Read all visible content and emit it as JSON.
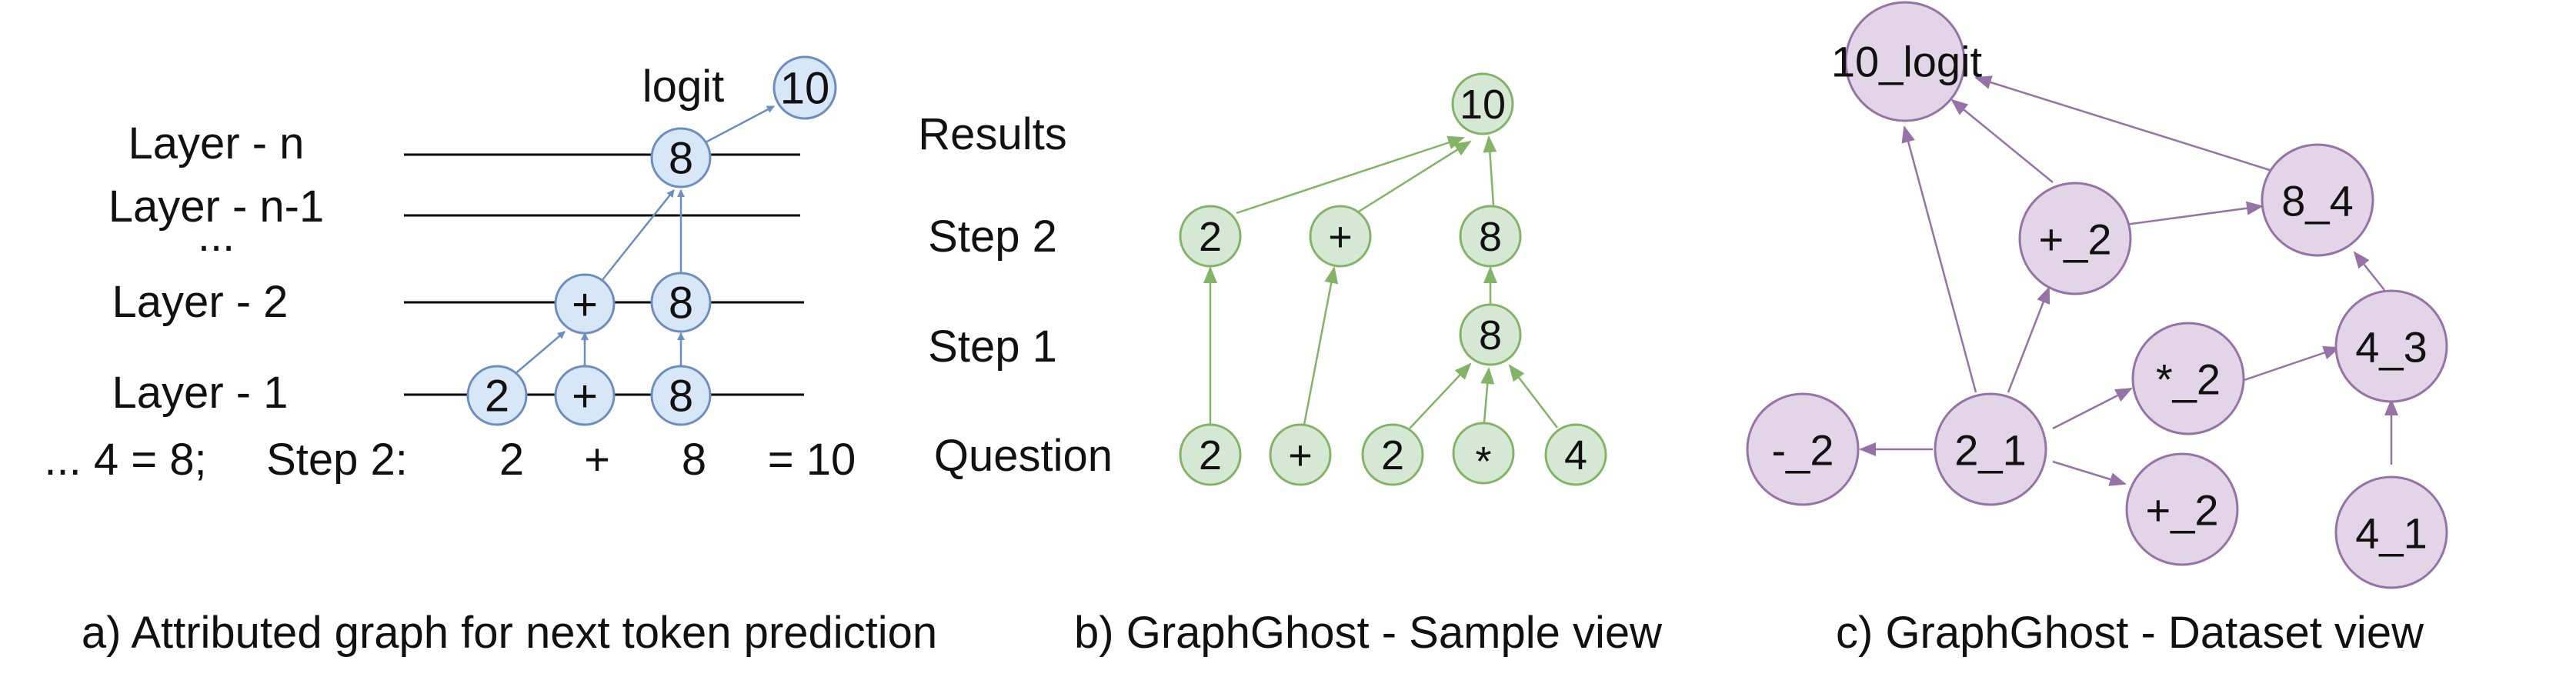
{
  "colors": {
    "blue_fill": "#d7e7f7",
    "blue_stroke": "#6c8ebf",
    "green_fill": "#d5e8d4",
    "green_stroke": "#82b366",
    "purple_fill": "#e1d5e7",
    "purple_stroke": "#9673a6",
    "line": "#000000"
  },
  "panel_a": {
    "caption": "a) Attributed graph for next token prediction",
    "logit_label": "logit",
    "layers": [
      "Layer - n",
      "Layer - n-1",
      "...",
      "Layer - 2",
      "Layer - 1"
    ],
    "sequence": [
      "... 4 = 8;",
      "Step 2:",
      "2",
      "+",
      "8",
      "= 10"
    ],
    "nodes": {
      "n8_top": "8",
      "n10": "10",
      "n_plus_l2": "+",
      "n8_l2": "8",
      "n2_l1": "2",
      "n_plus_l1": "+",
      "n8_l1": "8"
    }
  },
  "panel_b": {
    "caption": "b) GraphGhost - Sample view",
    "rows": [
      "Results",
      "Step 2",
      "Step 1",
      "Question"
    ],
    "nodes": {
      "r10": "10",
      "s2_2": "2",
      "s2_plus": "+",
      "s2_8": "8",
      "s1_8": "8",
      "q_2a": "2",
      "q_plus": "+",
      "q_2b": "2",
      "q_star": "*",
      "q_4": "4"
    }
  },
  "panel_c": {
    "caption": "c) GraphGhost - Dataset view",
    "nodes": {
      "logit": "10_logit",
      "plus2_top": "+_2",
      "n8_4": "8_4",
      "star2": "*_2",
      "n4_3": "4_3",
      "minus2": "-_2",
      "n2_1": "2_1",
      "plus2_bot": "+_2",
      "n4_1": "4_1"
    }
  }
}
